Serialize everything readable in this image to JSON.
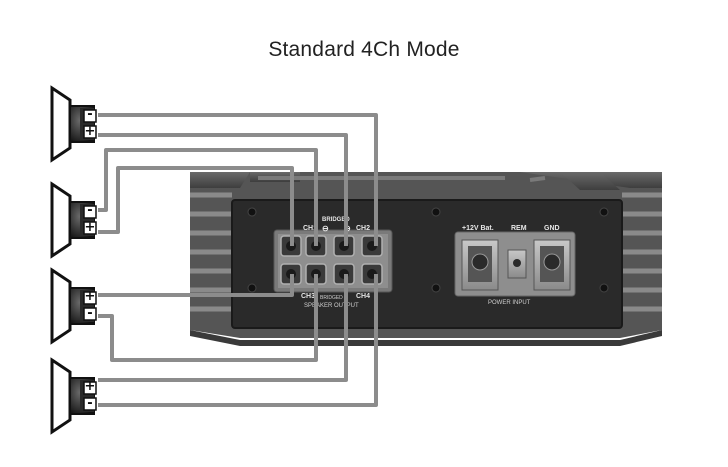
{
  "title": "Standard 4Ch Mode",
  "speakers": [
    {
      "top": "-",
      "bottom": "+"
    },
    {
      "top": "-",
      "bottom": "+"
    },
    {
      "top": "+",
      "bottom": "-"
    },
    {
      "top": "+",
      "bottom": "-"
    }
  ],
  "amp": {
    "ch1": "CH1",
    "bridged": "BRIDGED",
    "ch2": "CH2",
    "ch3": "CH3",
    "ch4": "CH4",
    "bridge_bottom": "BRIDGED",
    "speaker_output": "SPEAKER OUTPUT",
    "bat": "+12V Bat.",
    "rem": "REM",
    "gnd": "GND",
    "power_input": "POWER INPUT",
    "minus": "⊖",
    "plus": "⊕"
  },
  "colors": {
    "wire": "#8c8c8c",
    "chassis": "#4a4a4a",
    "panel": "#2b2b2b"
  }
}
